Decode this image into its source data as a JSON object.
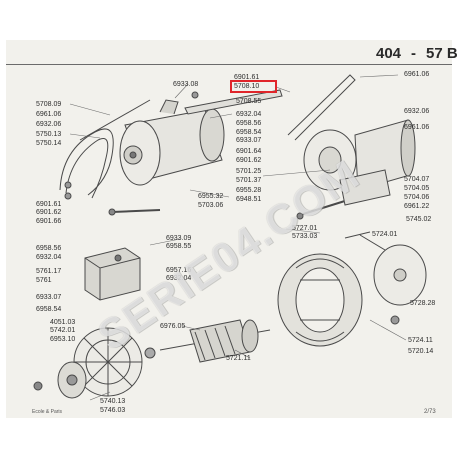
{
  "header": {
    "model": "404",
    "separator": "-",
    "section": "57 B"
  },
  "watermark": "SERIE04.COM",
  "footer": {
    "left": "Ecole & Paris",
    "right": "2/73"
  },
  "highlight_color": "#e0252a",
  "highlighted_part": "5708.10",
  "labels": [
    "6933.08",
    "6901.61",
    "5708.10",
    "6961.06",
    "5708.55",
    "5708.09",
    "6961.06",
    "6932.06",
    "5750.13",
    "5750.14",
    "6932.04",
    "6958.56",
    "6958.54",
    "6933.07",
    "6932.06",
    "6961.06",
    "6901.64",
    "6901.62",
    "5701.25",
    "5701.37",
    "5704.07",
    "5704.05",
    "5704.06",
    "6961.22",
    "6955.32",
    "5703.06",
    "6955.28",
    "6948.51",
    "6901.61",
    "6901.62",
    "6901.66",
    "5745.02",
    "5727.01",
    "5733.03",
    "5724.01",
    "6933.09",
    "6958.55",
    "6958.56",
    "6932.04",
    "5761.17",
    "5761",
    "6957.16",
    "6932.04",
    "6933.07",
    "6958.54",
    "5728.28",
    "6976.05",
    "4051.03",
    "5742.01",
    "6953.10",
    "5724.11",
    "5721.11",
    "5720.14",
    "5740.13",
    "5746.03"
  ]
}
